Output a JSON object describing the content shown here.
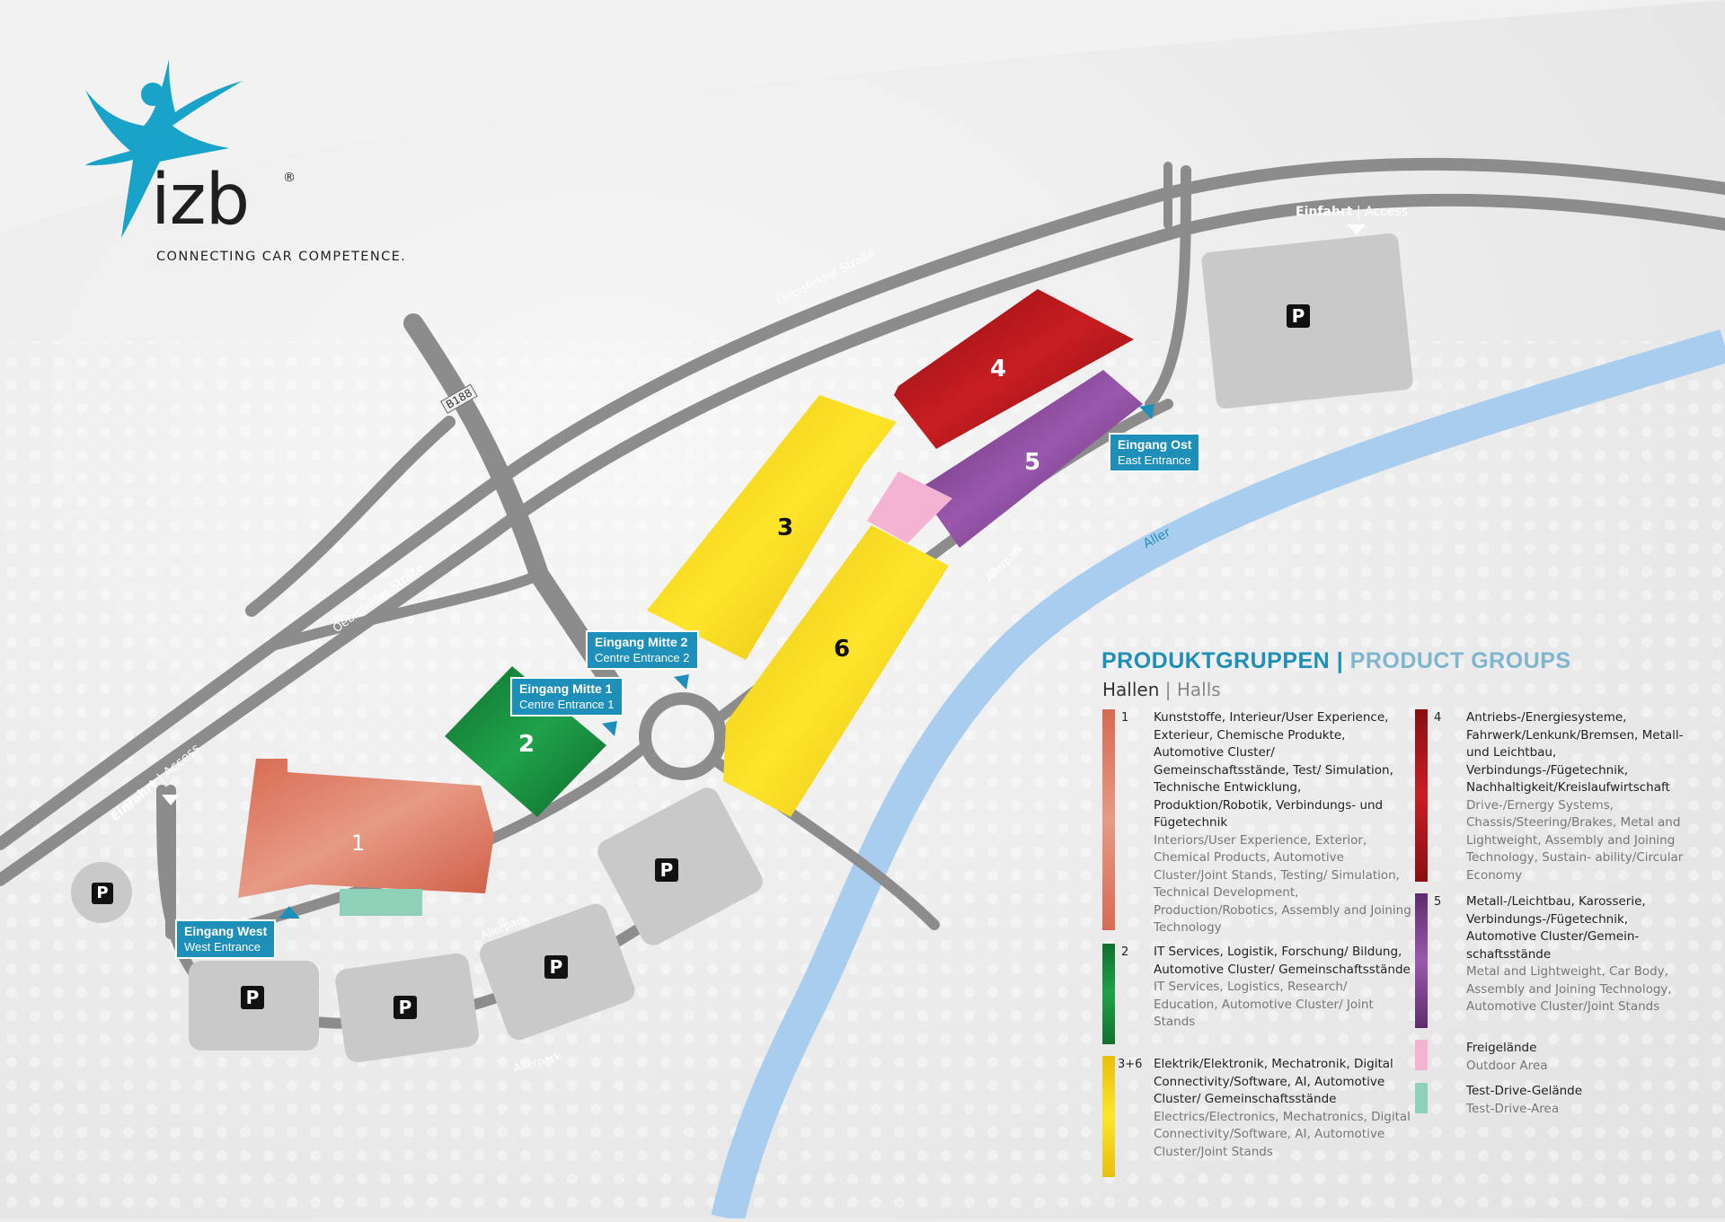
{
  "logo": {
    "word": "izb",
    "registered": "®",
    "tagline": "CONNECTING CAR COMPETENCE.",
    "accent_color": "#1aa3c8"
  },
  "halls": [
    {
      "label": "1",
      "color": "#d7725a"
    },
    {
      "label": "2",
      "color": "#1a8a3e"
    },
    {
      "label": "3",
      "color": "#f2cf14"
    },
    {
      "label": "4",
      "color": "#a8161a"
    },
    {
      "label": "5",
      "color": "#7a3d8c"
    },
    {
      "label": "6",
      "color": "#f2cf14"
    }
  ],
  "parking": {
    "symbol": "P",
    "color": "#c9c9c9"
  },
  "roads": {
    "oebisfelder_1": "Oebisfelder Straße",
    "oebisfelder_2": "Oebisfelder Straße",
    "b188": "B188",
    "allerpark_1": "Allerpark",
    "allerpark_2": "Allerpark",
    "allerpark_3": "Allerpark",
    "river": "Aller"
  },
  "access": [
    {
      "de": "Einfahrt",
      "sep": " | ",
      "en": "Access"
    },
    {
      "de": "Einfahrt",
      "sep": " | ",
      "en": "Access"
    }
  ],
  "entrances": [
    {
      "de": "Eingang West",
      "en": "West Entrance"
    },
    {
      "de": "Eingang Mitte 1",
      "en": "Centre Entrance 1"
    },
    {
      "de": "Eingang Mitte 2",
      "en": "Centre Entrance 2"
    },
    {
      "de": "Eingang Ost",
      "en": "East Entrance"
    }
  ],
  "legend": {
    "title_de": "PRODUKTGRUPPEN",
    "title_sep": " | ",
    "title_en": "PRODUCT GROUPS",
    "title_de_color": "#1e8fb8",
    "title_en_color": "#7fb6cf",
    "sub_de": "Hallen",
    "sub_sep": " | ",
    "sub_en": "Halls",
    "items": [
      {
        "num": "1",
        "color": "#d7725a",
        "de": "Kunststoffe, Interieur/User Experience, Exterieur, Chemische Produkte, Automotive Cluster/ Gemeinschaftsstände, Test/ Simulation, Technische Entwicklung, Produktion/Robotik, Verbindungs- und Fügetechnik",
        "en": "Interiors/User Experience, Exterior, Chemical Products, Automotive Cluster/Joint Stands, Testing/ Simulation, Technical Development, Production/Robotics, Assembly and Joining Technology"
      },
      {
        "num": "2",
        "color": "#1a8a3e",
        "de": "IT Services, Logistik, Forschung/ Bildung, Automotive Cluster/ Gemeinschaftsstände",
        "en": "IT Services, Logistics, Research/ Education, Automotive Cluster/ Joint Stands"
      },
      {
        "num": "3+6",
        "color": "#f2cf14",
        "de": "Elektrik/Elektronik, Mechatronik, Digital Connectivity/Software, AI, Automotive Cluster/ Gemeinschaftsstände",
        "en": "Electrics/Electronics, Mechatronics, Digital Connectivity/Software, AI, Automotive Cluster/Joint Stands"
      },
      {
        "num": "4",
        "color": "#a8161a",
        "de": "Antriebs-/Energiesysteme, Fahrwerk/Lenkunk/Bremsen, Metall- und Leichtbau, Verbindungs-/Fügetechnik, Nachhaltigkeit/Kreislaufwirtschaft",
        "en": "Drive-/Ernergy Systems, Chassis/Steering/Brakes, Metal and Lightweight, Assembly and Joining Technology, Sustain- ability/Circular Economy"
      },
      {
        "num": "5",
        "color": "#7a3d8c",
        "de": "Metall-/Leichtbau, Karosserie, Verbindungs-/Fügetechnik, Automotive Cluster/Gemein- schaftsstände",
        "en": "Metal and Lightweight, Car Body, Assembly and Joining Technology, Automotive Cluster/Joint Stands"
      },
      {
        "num": "",
        "color": "#f4b3d2",
        "de": "Freigelände",
        "en": "Outdoor Area"
      },
      {
        "num": "",
        "color": "#8fd1b8",
        "de": "Test-Drive-Gelände",
        "en": "Test-Drive-Area"
      }
    ]
  }
}
